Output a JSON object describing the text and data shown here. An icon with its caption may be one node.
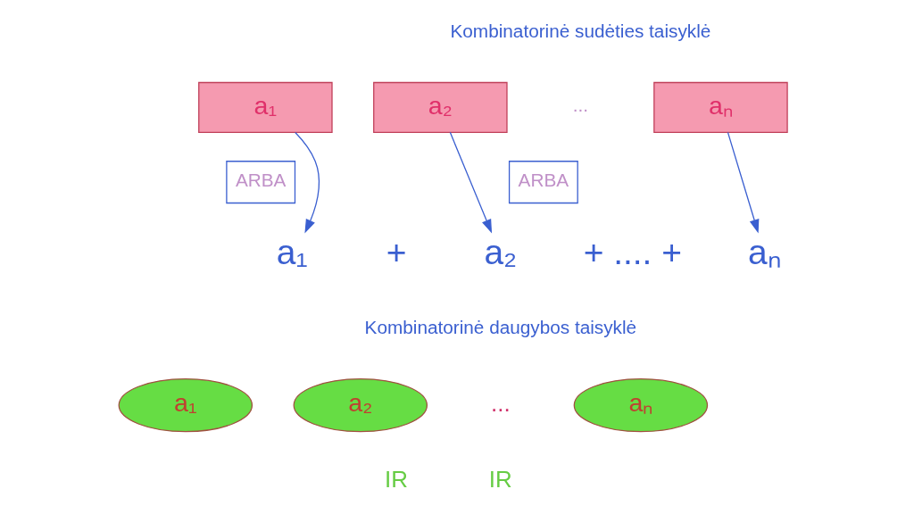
{
  "diagram": {
    "nodes": [
      {
        "text": [
          "a₁"
        ]
      },
      {
        "text": [
          "a₂"
        ]
      },
      {
        "text": [
          "aₙ"
        ]
      },
      {
        "text": [
          "a₁"
        ]
      },
      {
        "text": [
          "a₂"
        ]
      },
      {
        "text": [
          "aₙ"
        ]
      },
      {
        "text": [
          "ARBA"
        ]
      },
      {
        "text": [
          "ARBA"
        ]
      },
      {
        "text": [
          "a₁"
        ]
      },
      {
        "text": [
          "a₂"
        ]
      },
      {
        "text": [
          "aₙ"
        ]
      }
    ],
    "edges": [
      {
        "from": 0,
        "to": 3,
        "arrow": "to"
      },
      {
        "from": 1,
        "to": 4,
        "arrow": "to"
      },
      {
        "from": 2,
        "to": 5,
        "arrow": "to"
      }
    ],
    "labels": [
      "Kombinatorinė sudėties taisyklė",
      "...",
      "+",
      "+ .... +",
      "Kombinatorinė daugybos taisyklė",
      "IR",
      "...",
      "IR"
    ]
  }
}
